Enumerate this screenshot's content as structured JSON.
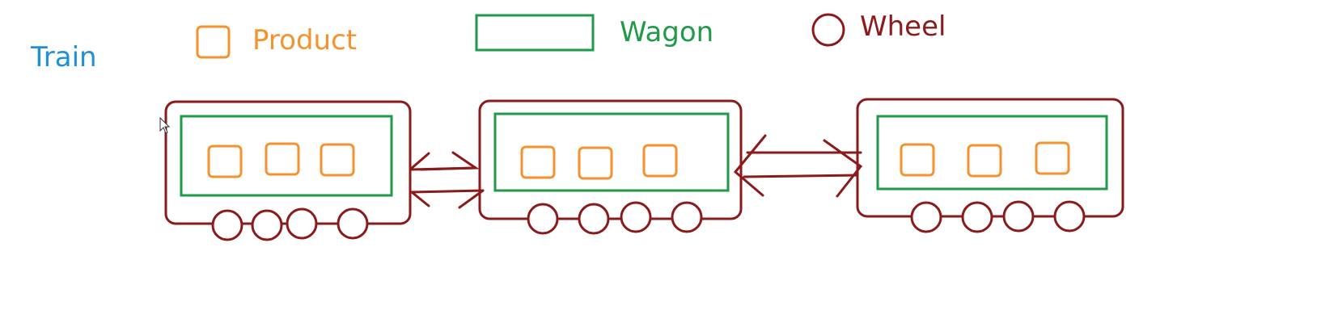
{
  "title": "Train",
  "legend": {
    "product": "Product",
    "wagon": "Wagon",
    "wheel": "Wheel"
  },
  "colors": {
    "title": "#1e90d6",
    "product": "#f5922e",
    "wagon": "#1f9a48",
    "wheel": "#8b1a1a",
    "background": "#ffffff"
  },
  "diagram": {
    "wagon_count": 3,
    "products_per_wagon": 3,
    "wheels_per_wagon": 4,
    "links_between_wagons": 2,
    "link_style": "double-arrow"
  }
}
